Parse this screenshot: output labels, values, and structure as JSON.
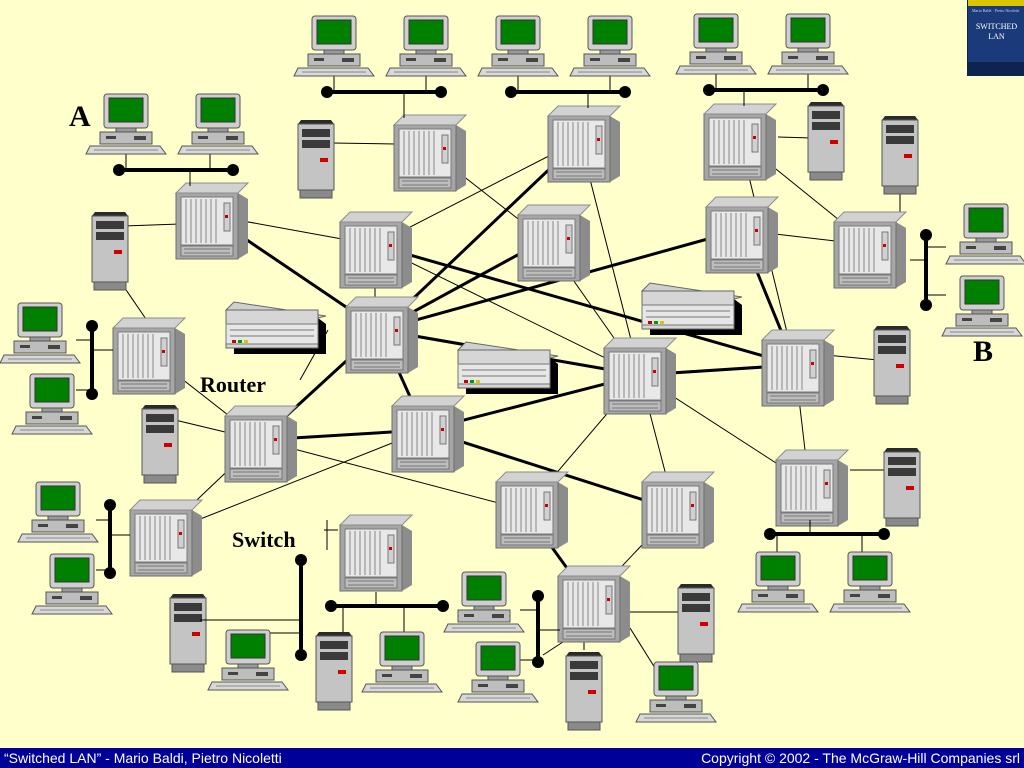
{
  "labels": {
    "a": "A",
    "b": "B",
    "router": "Router",
    "switch": "Switch"
  },
  "footer": {
    "left": "“Switched LAN” - Mario Baldi, Pietro Nicoletti",
    "right": "Copyright © 2002 - The McGraw-Hill Companies srl"
  },
  "book_cover": {
    "authors": "Mario Baldi · Pietro Nicoletti",
    "title_line1": "SWITCHED",
    "title_line2": "LAN"
  },
  "colors": {
    "background": "#ffffcc",
    "footer_bar": "#000099",
    "monitor_screen": "#008000",
    "device_gray": "#c0c0c0",
    "link": "#000000"
  },
  "icons": {
    "switch": "switch-chassis-icon",
    "router": "router-icon",
    "workstation": "computer-icon",
    "server": "server-tower-icon",
    "segment": "lan-segment-icon"
  }
}
